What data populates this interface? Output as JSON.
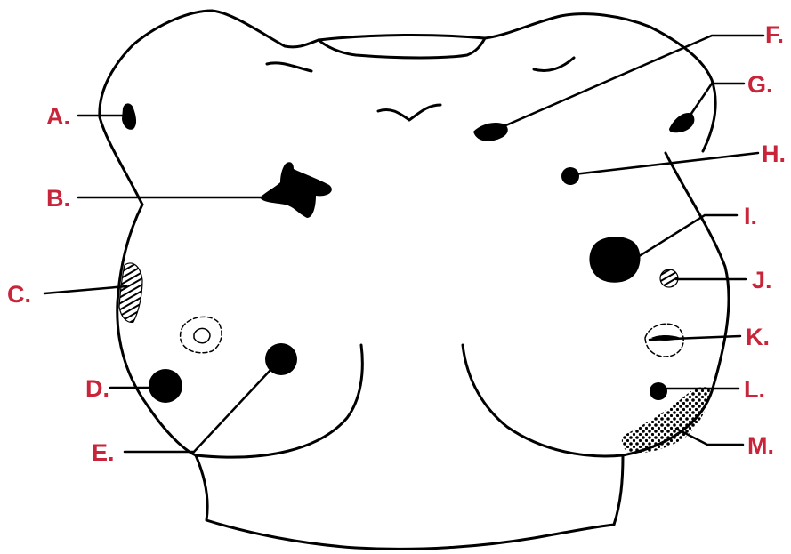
{
  "colors": {
    "label": "#c8243a",
    "ink": "#000000",
    "background": "#ffffff"
  },
  "labels": {
    "A": "A.",
    "B": "B.",
    "C": "C.",
    "D": "D.",
    "E": "E.",
    "F": "F.",
    "G": "G.",
    "H": "H.",
    "I": "I.",
    "J": "J.",
    "K": "K.",
    "L": "L.",
    "M": "M."
  }
}
